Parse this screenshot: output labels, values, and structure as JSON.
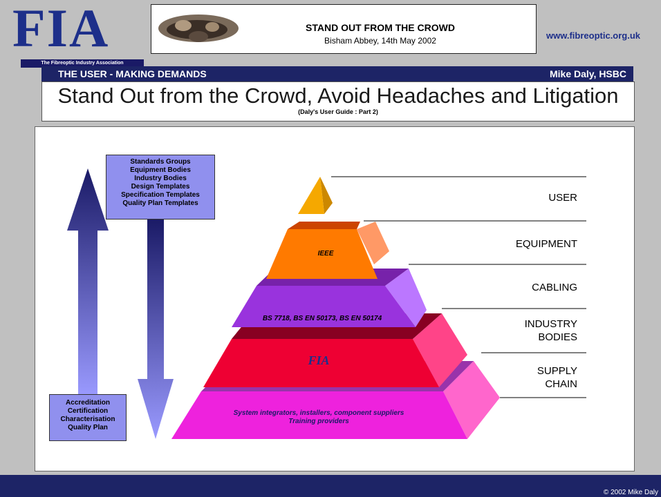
{
  "logo": {
    "text": "FIA",
    "subtitle": "The Fibreoptic Industry Association"
  },
  "header": {
    "event_title": "STAND OUT FROM THE CROWD",
    "event_subtitle": "Bisham Abbey, 14th May 2002",
    "website": "www.fibreoptic.org.uk"
  },
  "band": {
    "left": "THE USER - MAKING DEMANDS",
    "right": "Mike Daly, HSBC"
  },
  "title": {
    "main": "Stand Out from the Crowd, Avoid Headaches and Litigation",
    "sub": "(Daly's User Guide : Part 2)"
  },
  "diagram": {
    "top_box_lines": [
      "Standards Groups",
      "Equipment Bodies",
      "Industry Bodies",
      "Design Templates",
      "Specification Templates",
      "Quality Plan Templates"
    ],
    "bottom_box_lines": [
      "Accreditation",
      "Certification",
      "Characterisation",
      "Quality Plan"
    ],
    "tiers": {
      "equipment": "IEEE",
      "cabling": "BS 7718, BS EN 50173, BS EN 50174",
      "industry": "FIA",
      "supply_line1": "System integrators, installers, component suppliers",
      "supply_line2": "Training providers"
    },
    "labels": {
      "user": "USER",
      "equipment": "EQUIPMENT",
      "cabling": "CABLING",
      "industry_1": "INDUSTRY",
      "industry_2": "BODIES",
      "supply_1": "SUPPLY",
      "supply_2": "CHAIN"
    },
    "colors": {
      "user": "#f5a800",
      "equipment": "#ff7a00",
      "cabling": "#9933dd",
      "industry": "#ee0033",
      "supply": "#ee22dd",
      "arrow": "#8080e0"
    }
  },
  "footer": {
    "copyright": "© 2002 Mike Daly"
  }
}
